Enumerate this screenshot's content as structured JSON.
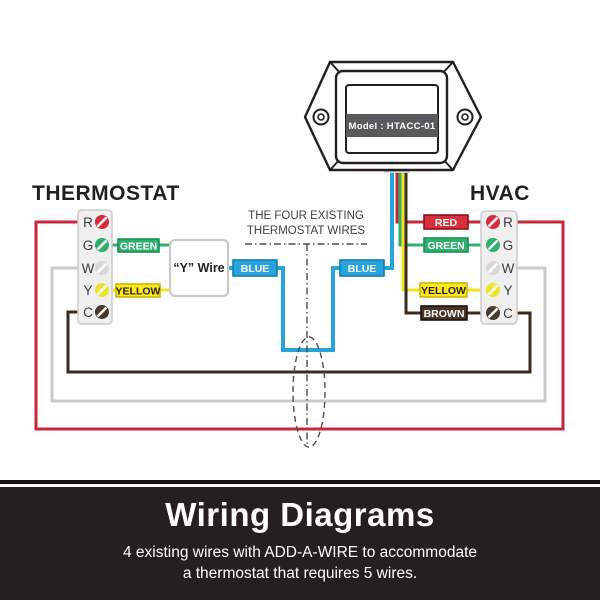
{
  "diagram": {
    "thermostat": {
      "title": "THERMOSTAT",
      "terminals": [
        {
          "label": "R",
          "color": "#d62b3a"
        },
        {
          "label": "G",
          "color": "#2fae6e"
        },
        {
          "label": "W",
          "color": "#d9d9d9"
        },
        {
          "label": "Y",
          "color": "#eee32b"
        },
        {
          "label": "C",
          "color": "#4a3a2b"
        }
      ]
    },
    "hvac": {
      "title": "HVAC",
      "terminals": [
        {
          "label": "R",
          "color": "#d62b3a"
        },
        {
          "label": "G",
          "color": "#2fae6e"
        },
        {
          "label": "W",
          "color": "#d9d9d9"
        },
        {
          "label": "Y",
          "color": "#eee32b"
        },
        {
          "label": "C",
          "color": "#4a3a2b"
        }
      ]
    },
    "device": {
      "model_label": "Model : HTACC-01",
      "band_color": "#595a5c",
      "stub_color": "#d1d3d4"
    },
    "labels": {
      "green_left": "GREEN",
      "yellow_left": "YELLOW",
      "y_wire": "“Y” Wire",
      "blue_left": "BLUE",
      "blue_right": "BLUE",
      "red_right": "RED",
      "green_right": "GREEN",
      "yellow_right": "YELLOW",
      "brown_right": "BROWN"
    },
    "annotation": {
      "line1": "THE FOUR EXISTING",
      "line2": "THERMOSTAT WIRES"
    },
    "wire_colors": {
      "red": "#c62839",
      "green": "#2fae6e",
      "yellow": "#f2e51c",
      "blue": "#29a4da",
      "brown": "#3b2a1e",
      "gray": "#cbcbcb"
    },
    "chip_colors": {
      "red": "#d6303c",
      "green": "#2fae6e",
      "yellow": "#ffe71f",
      "blue": "#29a4da",
      "brown": "#4a3423"
    }
  },
  "banner": {
    "title": "Wiring Diagrams",
    "subtitle_line1": "4 existing wires with ADD-A-WIRE to accommodate",
    "subtitle_line2": "a thermostat that requires 5 wires."
  }
}
